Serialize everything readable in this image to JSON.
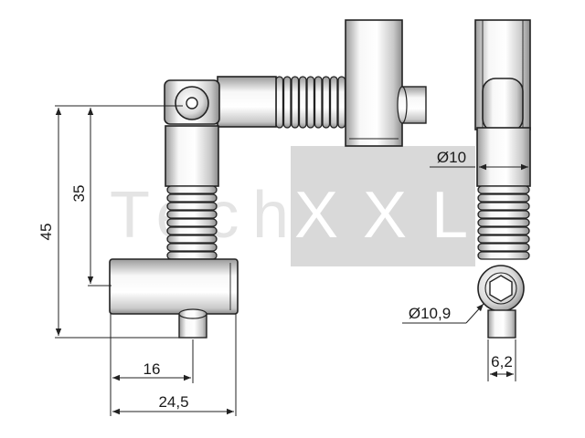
{
  "watermark": {
    "part1": "Tech",
    "part2": "XXL"
  },
  "dimensions": {
    "height_total": "45",
    "height_inner": "35",
    "width_offset": "16",
    "width_total": "24,5",
    "diameter_spring": "Ø10",
    "diameter_head": "Ø10,9",
    "width_pin": "6,2"
  },
  "colors": {
    "watermark_box": "#d9d9d9",
    "watermark_light": "#e4e4e4",
    "line": "#222222",
    "metal_light": "#f4f4f4",
    "metal_dark": "#8c8c8c"
  }
}
